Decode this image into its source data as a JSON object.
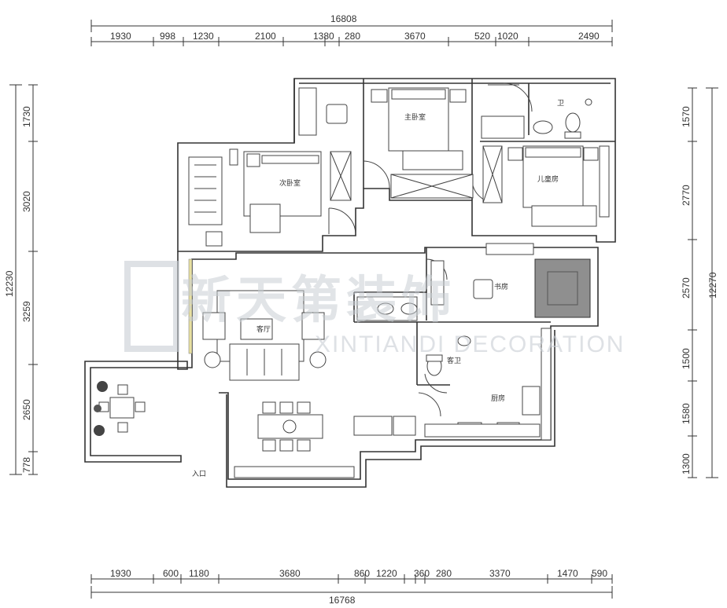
{
  "plan": {
    "top_total": "16808",
    "top_dims": [
      "1930",
      "998",
      "1230",
      "2100",
      "1380",
      "280",
      "3670",
      "520",
      "1020",
      "2490"
    ],
    "bottom_total": "16768",
    "bottom_dims": [
      "1930",
      "600",
      "1180",
      "3680",
      "860",
      "1220",
      "360",
      "280",
      "3370",
      "1470",
      "590"
    ],
    "left_total": "12230",
    "left_dims": [
      "1730",
      "3020",
      "3259",
      "2650",
      "778"
    ],
    "right_total": "12270",
    "right_dims": [
      "1570",
      "2770",
      "2570",
      "1500",
      "1580",
      "1300"
    ]
  },
  "rooms": {
    "master_bedroom": "主卧室",
    "second_bedroom": "次卧室",
    "kids_bedroom": "儿童房",
    "bathroom": "卫",
    "living": "客厅",
    "study": "书房",
    "guest_bath": "客卫",
    "kitchen": "厨房",
    "entrance": "入口"
  },
  "watermark": {
    "cn": "新天第装饰",
    "en": "XINTIANDI DECORATION"
  }
}
